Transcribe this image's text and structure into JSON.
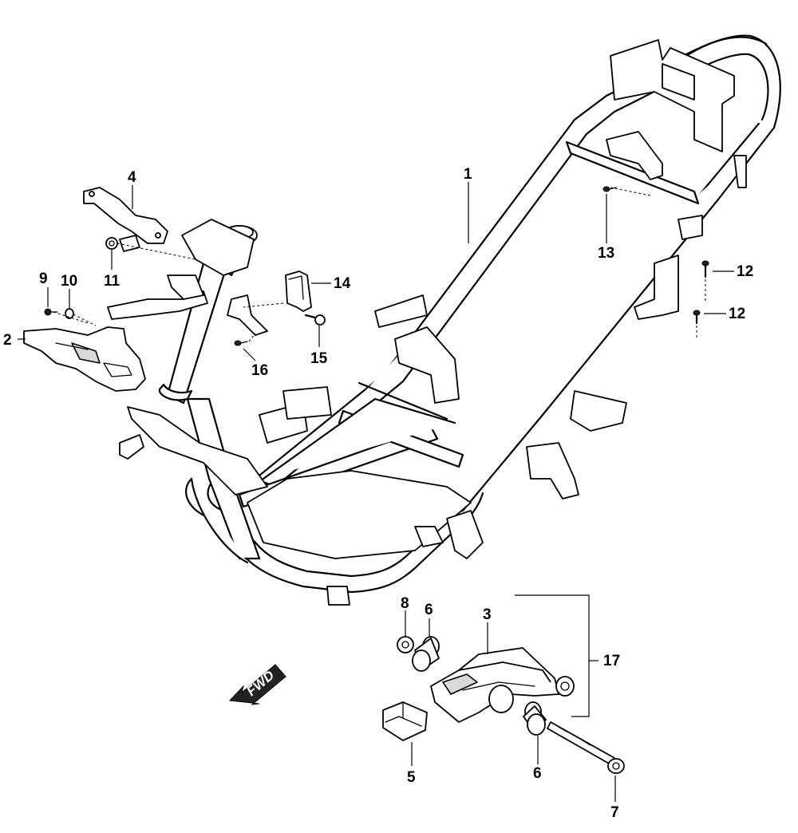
{
  "diagram": {
    "direction_label": "FWD",
    "direction_icon": "arrow-left-down",
    "callouts": {
      "c1": "1",
      "c2": "2",
      "c3": "3",
      "c4": "4",
      "c5": "5",
      "c6a": "6",
      "c6b": "6",
      "c7": "7",
      "c8": "8",
      "c9": "9",
      "c10": "10",
      "c11": "11",
      "c12a": "12",
      "c12b": "12",
      "c13": "13",
      "c14": "14",
      "c15": "15",
      "c16": "16",
      "c17": "17"
    }
  }
}
